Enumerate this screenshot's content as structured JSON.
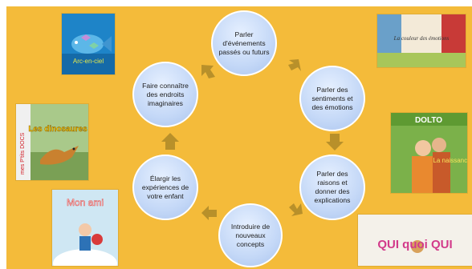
{
  "diagram": {
    "nodes": [
      {
        "id": "top",
        "label": "Parler d'événements passés ou futurs"
      },
      {
        "id": "right-top",
        "label": "Parler des sentiments et des émotions"
      },
      {
        "id": "right-bottom",
        "label": "Parler des raisons et donner des explications"
      },
      {
        "id": "bottom",
        "label": "Introduire de nouveaux concepts"
      },
      {
        "id": "left-bottom",
        "label": "Élargir les expériences de votre enfant"
      },
      {
        "id": "left-top",
        "label": "Faire connaître des endroits imaginaires"
      }
    ],
    "node_color": "#c6d9f6",
    "arrow_color": "#b8902a",
    "background_color": "#f4bb3a"
  },
  "book_covers": [
    {
      "name": "arc-en-ciel",
      "title": "Arc-en-ciel"
    },
    {
      "name": "dinosaures",
      "series": "mes P'tits DOCS",
      "title": "Les dinosaures"
    },
    {
      "name": "mon-ami",
      "title": "Mon ami"
    },
    {
      "name": "couleur-des-emotions",
      "title": "La couleur des émotions"
    },
    {
      "name": "naissance",
      "series": "DOLTO",
      "title": "La naissance"
    },
    {
      "name": "qui-quoi-qui",
      "title": "QUI quoi QUI"
    }
  ]
}
